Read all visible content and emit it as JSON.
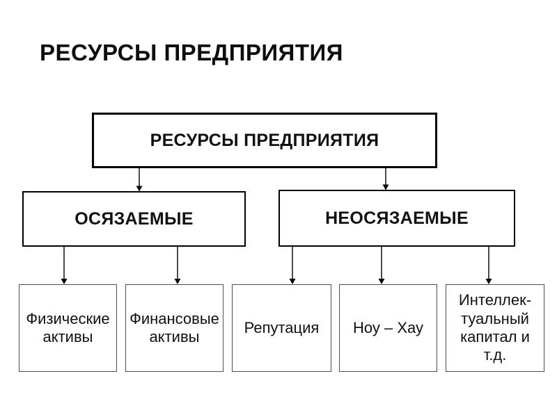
{
  "slide": {
    "heading": "РЕСУРСЫ ПРЕДПРИЯТИЯ",
    "background": "#ffffff"
  },
  "diagram": {
    "nodes": {
      "root": "РЕСУРСЫ ПРЕДПРИЯТИЯ",
      "tangible": "ОСЯЗАЕМЫЕ",
      "intangible": "НЕОСЯЗАЕМЫЕ",
      "physical_assets": "Физические\nактивы",
      "financial_assets": "Финансовые\nактивы",
      "reputation": "Репутация",
      "know_how": "Ноу – Хау",
      "intellectual_capital": "Интеллек-\nтуальный\nкапитал и\nт.д."
    },
    "hierarchy": {
      "root": [
        "tangible",
        "intangible"
      ],
      "tangible": [
        "physical_assets",
        "financial_assets"
      ],
      "intangible": [
        "reputation",
        "know_how",
        "intellectual_capital"
      ]
    },
    "colors": {
      "branch_border": "#000000",
      "leaf_border": "#4d4d4d",
      "connector": "#000000",
      "text": "#111111"
    }
  }
}
